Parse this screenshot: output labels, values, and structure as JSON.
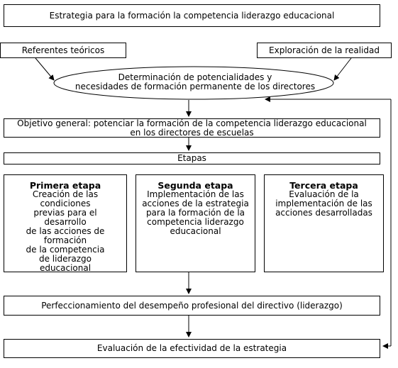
{
  "title": "Estrategia para la formación la competencia liderazgo educacional",
  "inputs": {
    "left": "Referentes teóricos",
    "right": "Exploración de la realidad"
  },
  "ellipse": "Determinación de potencialidades y\nnecesidades de formación permanente de los directores",
  "objective": "Objetivo general: potenciar la formación de la competencia liderazgo educacional\nen los directores de escuelas",
  "stages_header": "Etapas",
  "stages": [
    {
      "title": "Primera etapa",
      "body": "Creación de las\ncondiciones\nprevias para el\ndesarrollo\nde las acciones de\nformación\nde la competencia\nde liderazgo\neducacional"
    },
    {
      "title": "Segunda etapa",
      "body": "Implementación de las\nacciones de la estrategia\npara la formación de la\ncompetencia liderazgo\neducacional"
    },
    {
      "title": "Tercera etapa",
      "body": "Evaluación de la\nimplementación de las\nacciones desarrolladas"
    }
  ],
  "improvement": "Perfeccionamiento del desempeño profesional del directivo (liderazgo)",
  "evaluation": "Evaluación de la efectividad de la estrategia"
}
